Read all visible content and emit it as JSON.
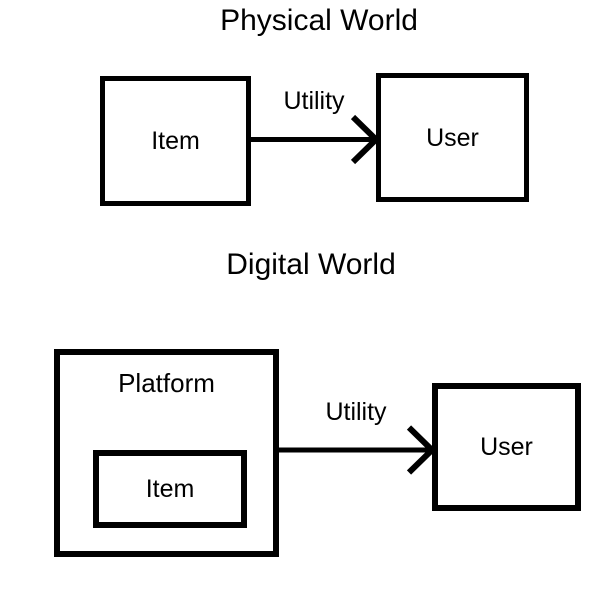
{
  "colors": {
    "ink": "#000000",
    "background": "#ffffff"
  },
  "physical": {
    "title": "Physical World",
    "item": {
      "label": "Item"
    },
    "user": {
      "label": "User"
    },
    "arrow": {
      "label": "Utility"
    }
  },
  "digital": {
    "title": "Digital World",
    "platform": {
      "label": "Platform"
    },
    "item": {
      "label": "Item"
    },
    "user": {
      "label": "User"
    },
    "arrow": {
      "label": "Utility"
    }
  }
}
